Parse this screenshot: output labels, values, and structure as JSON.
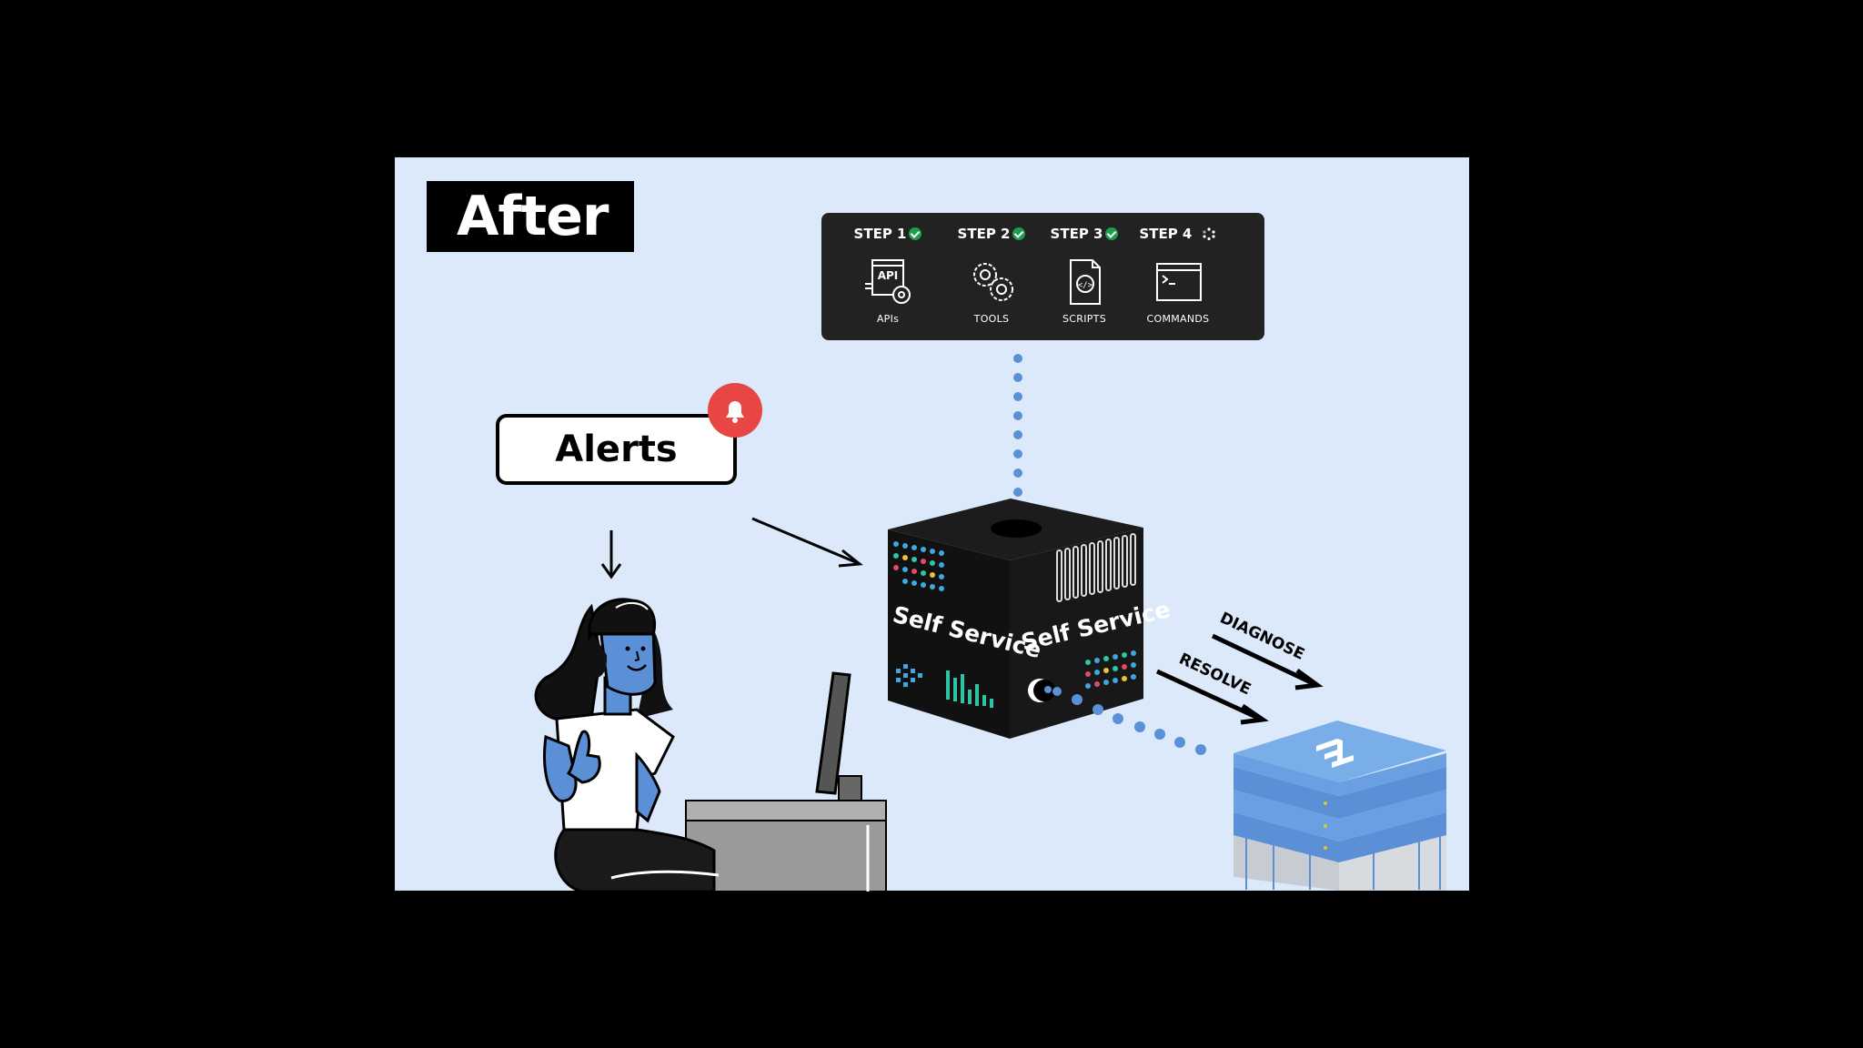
{
  "header": {
    "title": "After"
  },
  "steps": [
    {
      "title": "STEP 1",
      "status": "done",
      "icon": "api-gear-icon",
      "caption": "APIs"
    },
    {
      "title": "STEP 2",
      "status": "done",
      "icon": "gears-icon",
      "caption": "TOOLS"
    },
    {
      "title": "STEP 3",
      "status": "done",
      "icon": "script-file-icon",
      "caption": "SCRIPTS"
    },
    {
      "title": "STEP 4",
      "status": "loading",
      "icon": "terminal-icon",
      "caption": "COMMANDS"
    }
  ],
  "alerts": {
    "label": "Alerts",
    "icon": "bell-icon"
  },
  "cube": {
    "left_label": "Self Service",
    "right_label": "Self Service"
  },
  "actions": {
    "diagnose": "DIAGNOSE",
    "resolve": "RESOLVE"
  },
  "colors": {
    "panel_bg": "#dce9fb",
    "dots": "#5b8fd6",
    "check": "#1e9e4a",
    "bell": "#e84545",
    "server": "#7aaee8"
  }
}
